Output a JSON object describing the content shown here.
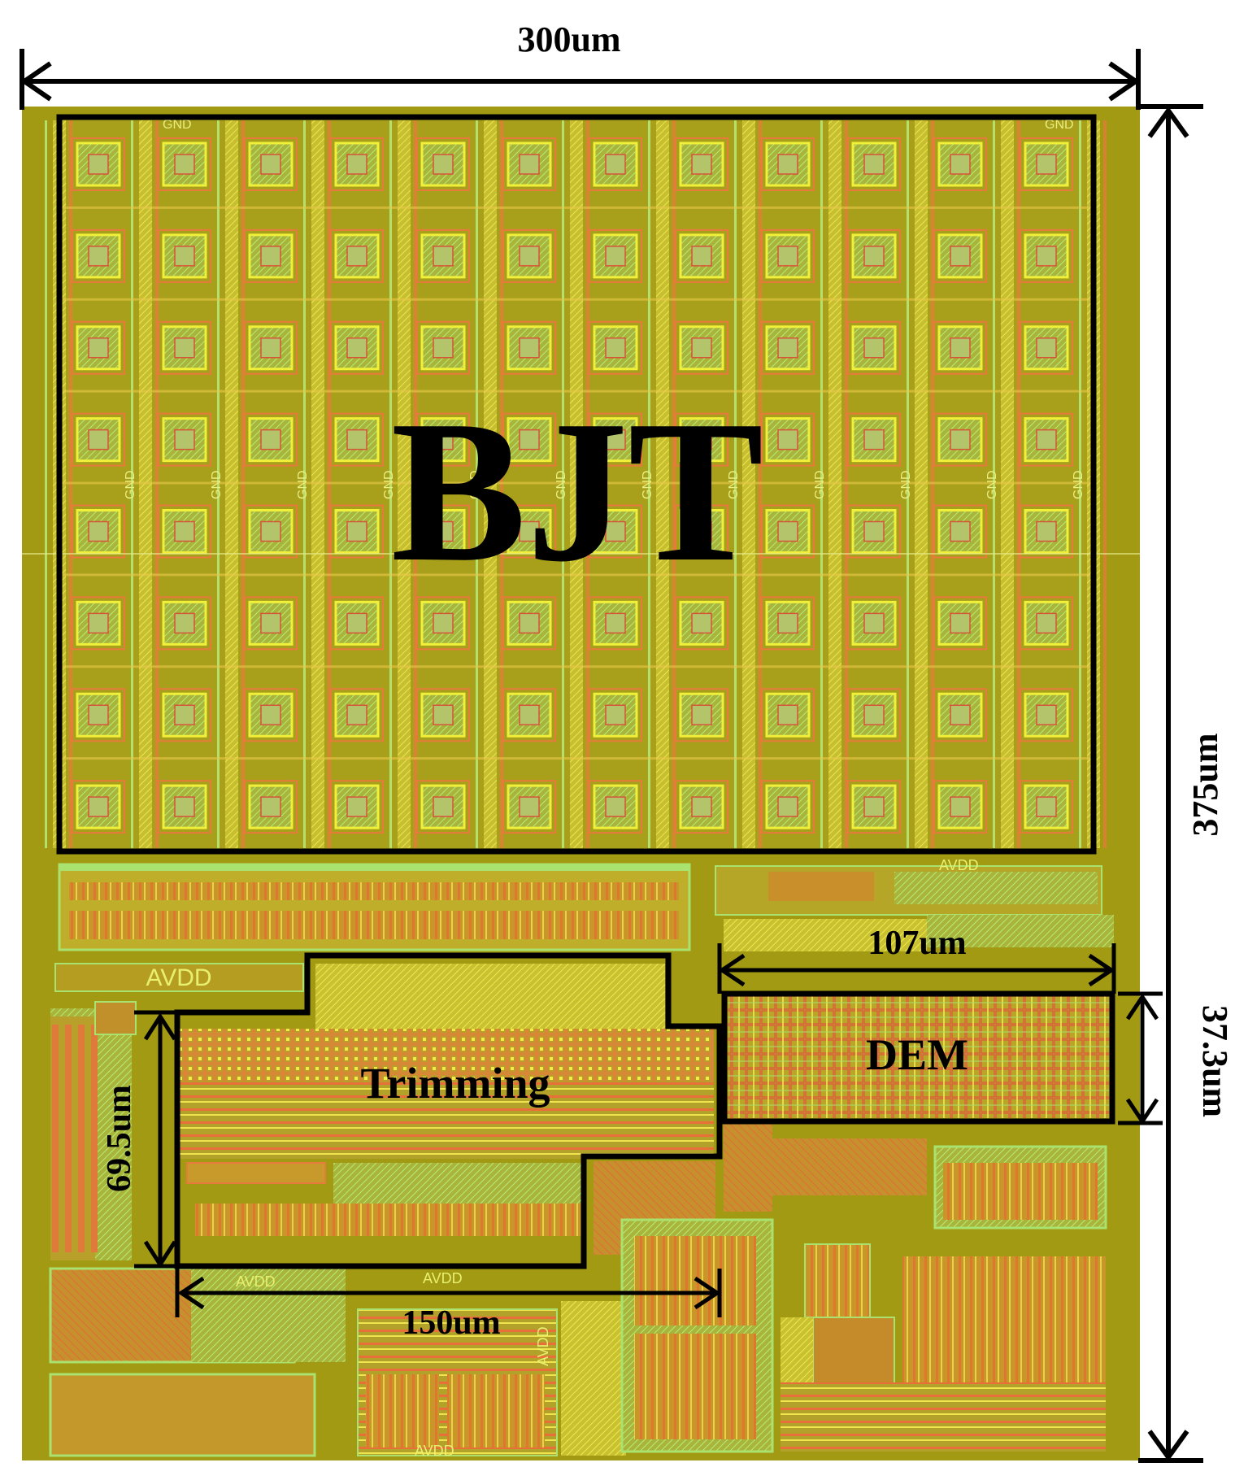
{
  "dimensions": {
    "width_top": "300um",
    "height_right": "375um",
    "dem_width": "107um",
    "dem_height": "37.3um",
    "trimming_height": "69.5um",
    "trimming_width": "150um"
  },
  "blocks": {
    "bjt": "BJT",
    "trimming": "Trimming",
    "dem": "DEM"
  },
  "layout_labels": {
    "gnd": "GND",
    "avdd": "AVDD",
    "avdd_small": "AVDD",
    "avdd_vertical": "AVDD",
    "avdd_bottom": "AVDD",
    "avdd_bottom2": "AVDD",
    "avdd_top_right": "AVDD"
  },
  "colors": {
    "die_background": "#a19a12",
    "metal_yellow": "#f0ef3a",
    "metal_green": "#9fe06a",
    "metal_orange": "#e79a3c",
    "metal_red": "#d4553a",
    "outline": "#000000"
  }
}
